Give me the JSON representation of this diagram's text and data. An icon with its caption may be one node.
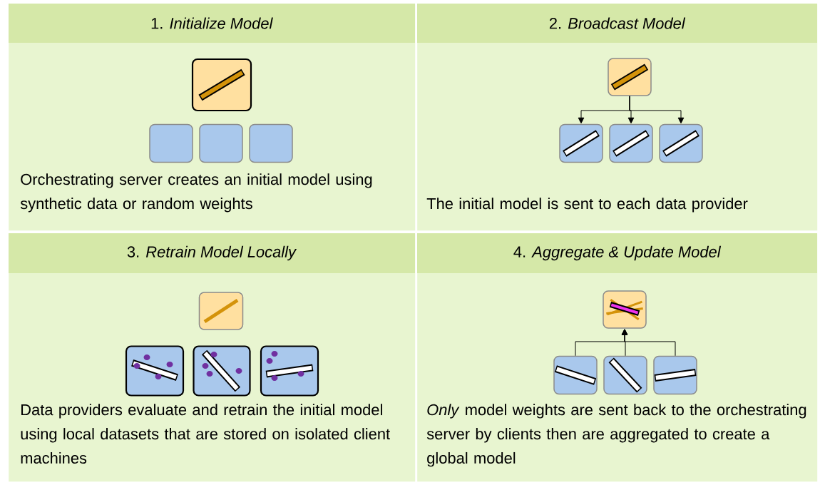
{
  "diagram": {
    "nodes": [
      {
        "text": [
          "1. *Initialize Model*",
          "Orchestrating server creates an initial model using synthetic data or random weights"
        ]
      },
      {
        "text": [],
        "shape": "box",
        "in": 0
      },
      {
        "text": [],
        "shape": "box",
        "in": 0
      },
      {
        "text": [],
        "shape": "box",
        "in": 0
      },
      {
        "text": [],
        "shape": "box",
        "in": 0
      },
      {
        "text": [
          "2. *Broadcast Model*",
          "The initial model is sent to each data provider"
        ]
      },
      {
        "text": [],
        "shape": "box",
        "in": 5
      },
      {
        "text": [],
        "shape": "box",
        "in": 5
      },
      {
        "text": [],
        "shape": "box",
        "in": 5
      },
      {
        "text": [],
        "shape": "box",
        "in": 5
      },
      {
        "text": [
          "3. *Retrain Model Locally*",
          "Data providers evaluate and retrain the initial model using local datasets that are stored on isolated client machines"
        ]
      },
      {
        "text": [],
        "shape": "box",
        "in": 10
      },
      {
        "text": [],
        "shape": "box",
        "in": 10
      },
      {
        "text": [],
        "shape": "box",
        "in": 10
      },
      {
        "text": [],
        "shape": "box",
        "in": 10
      },
      {
        "text": [
          "4. *Aggregate & Update Model*",
          "*Only* model weights are sent back to the orchestrating server by clients then are aggregated to create a global model"
        ]
      },
      {
        "text": [],
        "shape": "box",
        "in": 15
      },
      {
        "text": [],
        "shape": "box",
        "in": 15
      },
      {
        "text": [],
        "shape": "box",
        "in": 15
      },
      {
        "text": [],
        "shape": "box",
        "in": 15
      }
    ],
    "edges": [
      {
        "from": 6,
        "to": 7,
        "arrow": "to"
      },
      {
        "from": 6,
        "to": 8,
        "arrow": "to"
      },
      {
        "from": 6,
        "to": 9,
        "arrow": "to"
      },
      {
        "from": 17,
        "to": 16,
        "arrow": "to"
      },
      {
        "from": 18,
        "to": 16,
        "arrow": "to"
      },
      {
        "from": 19,
        "to": 16,
        "arrow": "to"
      }
    ]
  }
}
